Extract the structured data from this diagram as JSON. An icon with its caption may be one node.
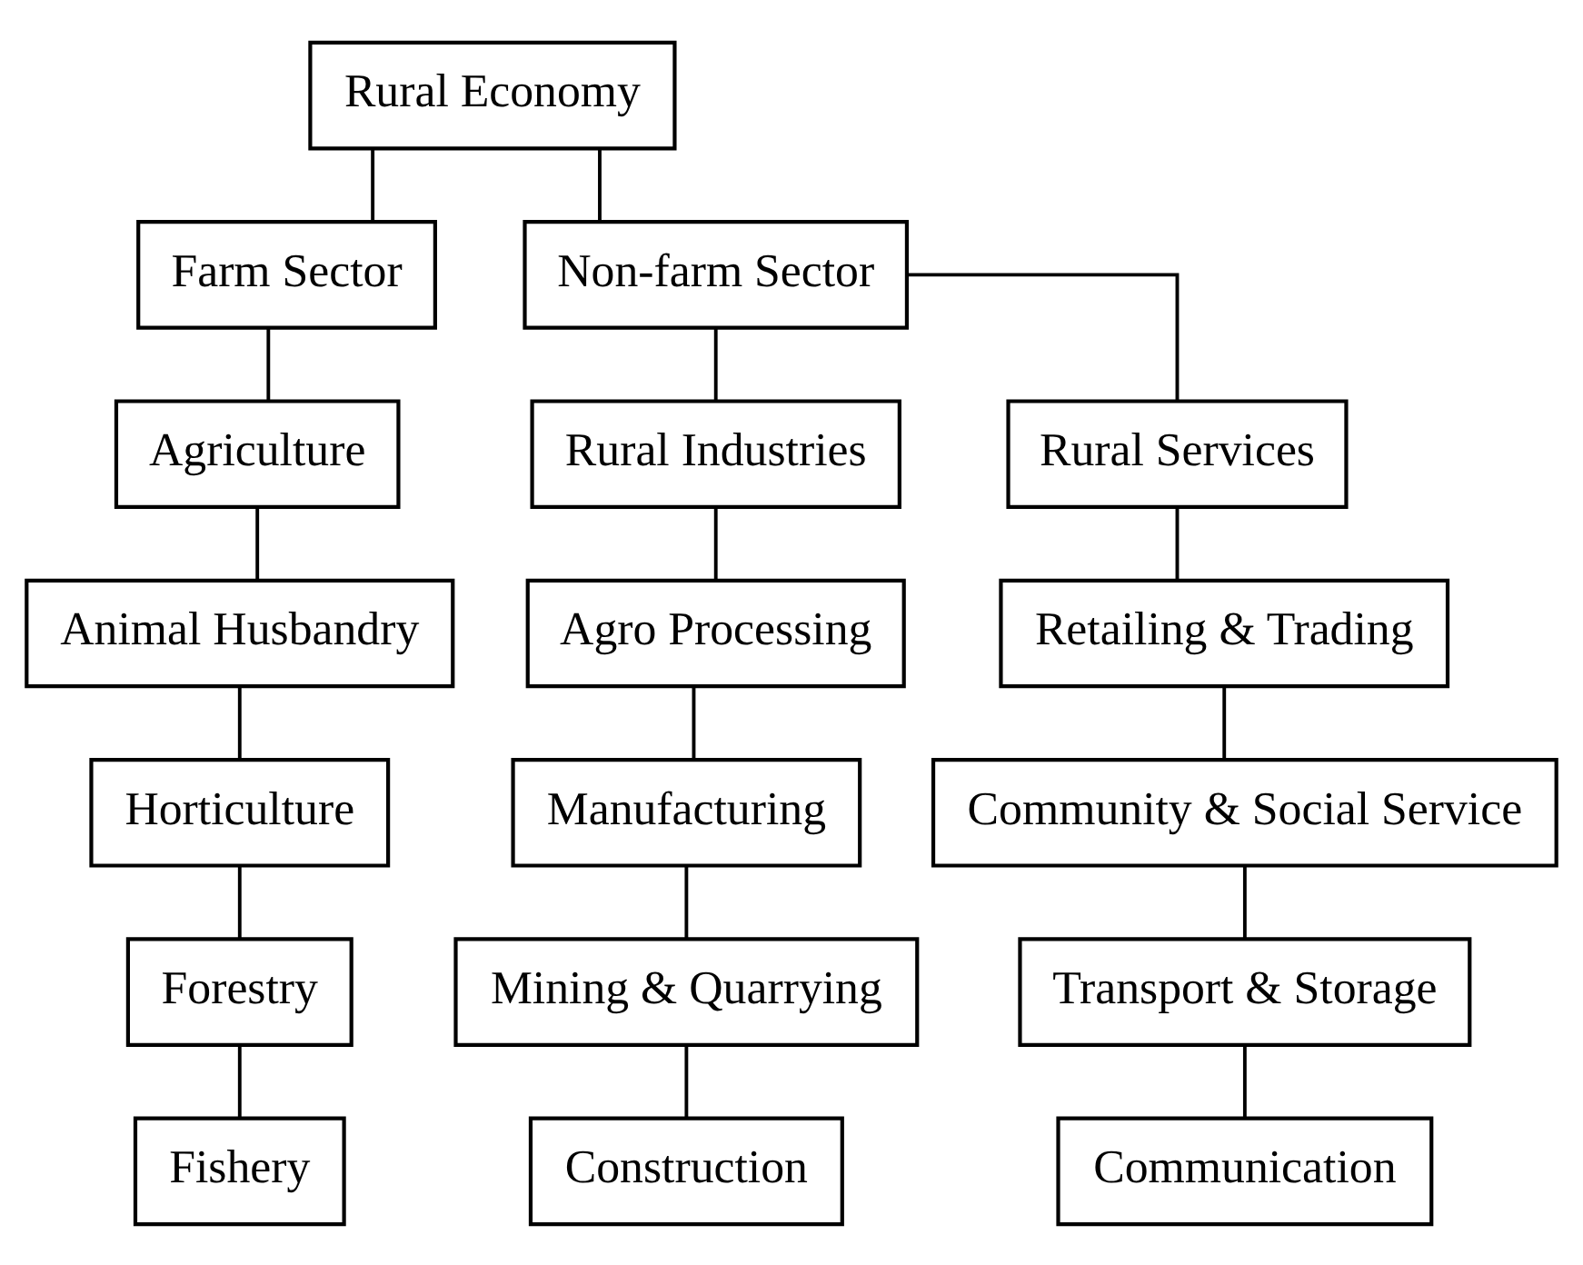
{
  "diagram": {
    "nodes": [
      {
        "text": [
          "Rural Economy"
        ]
      },
      {
        "text": [
          "Farm Sector"
        ]
      },
      {
        "text": [
          "Non-farm Sector"
        ]
      },
      {
        "text": [
          "Agriculture"
        ]
      },
      {
        "text": [
          "Animal Husbandry"
        ]
      },
      {
        "text": [
          "Horticulture"
        ]
      },
      {
        "text": [
          "Forestry"
        ]
      },
      {
        "text": [
          "Fishery"
        ]
      },
      {
        "text": [
          "Rural Industries"
        ]
      },
      {
        "text": [
          "Rural Services"
        ]
      },
      {
        "text": [
          "Agro Processing"
        ]
      },
      {
        "text": [
          "Manufacturing"
        ]
      },
      {
        "text": [
          "Mining & Quarrying"
        ]
      },
      {
        "text": [
          "Construction"
        ]
      },
      {
        "text": [
          "Retailing & Trading"
        ]
      },
      {
        "text": [
          "Community & Social Service"
        ]
      },
      {
        "text": [
          "Transport & Storage"
        ]
      },
      {
        "text": [
          "Communication"
        ]
      }
    ],
    "edges": [
      {
        "from": 0,
        "to": 1,
        "arrow": "none"
      },
      {
        "from": 0,
        "to": 2,
        "arrow": "none"
      },
      {
        "from": 1,
        "to": 3,
        "arrow": "none"
      },
      {
        "from": 3,
        "to": 4,
        "arrow": "none"
      },
      {
        "from": 4,
        "to": 5,
        "arrow": "none"
      },
      {
        "from": 5,
        "to": 6,
        "arrow": "none"
      },
      {
        "from": 6,
        "to": 7,
        "arrow": "none"
      },
      {
        "from": 2,
        "to": 8,
        "arrow": "none"
      },
      {
        "from": 2,
        "to": 9,
        "arrow": "none"
      },
      {
        "from": 8,
        "to": 10,
        "arrow": "none"
      },
      {
        "from": 10,
        "to": 11,
        "arrow": "none"
      },
      {
        "from": 11,
        "to": 12,
        "arrow": "none"
      },
      {
        "from": 12,
        "to": 13,
        "arrow": "none"
      },
      {
        "from": 9,
        "to": 14,
        "arrow": "none"
      },
      {
        "from": 14,
        "to": 15,
        "arrow": "none"
      },
      {
        "from": 15,
        "to": 16,
        "arrow": "none"
      },
      {
        "from": 16,
        "to": 17,
        "arrow": "none"
      }
    ]
  }
}
